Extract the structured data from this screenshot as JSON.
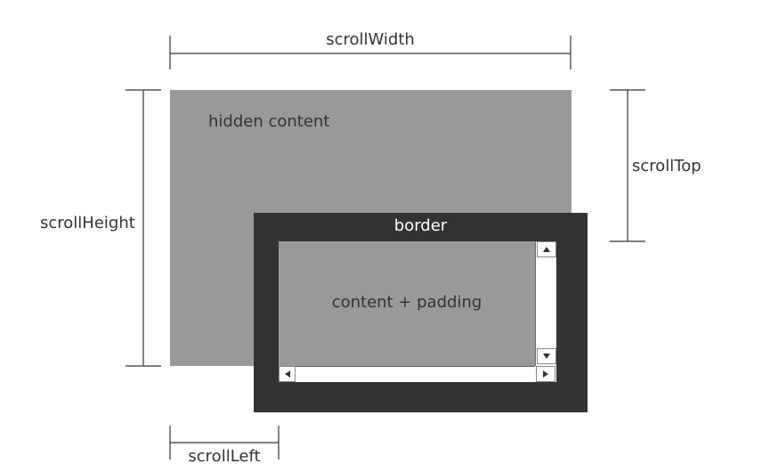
{
  "labels": {
    "scroll_width": "scrollWidth",
    "scroll_height": "scrollHeight",
    "scroll_top": "scrollTop",
    "scroll_left": "scrollLeft",
    "hidden_content": "hidden content",
    "border": "border",
    "content_padding": "content + padding"
  },
  "icons": {
    "scroll_up": "triangle-up-icon",
    "scroll_down": "triangle-down-icon",
    "scroll_left": "triangle-left-icon",
    "scroll_right": "triangle-right-icon"
  },
  "colors": {
    "hidden_area": "#999999",
    "border": "#333333",
    "content": "#999999",
    "lines": "#333333",
    "scrollbar": "#ffffff"
  }
}
